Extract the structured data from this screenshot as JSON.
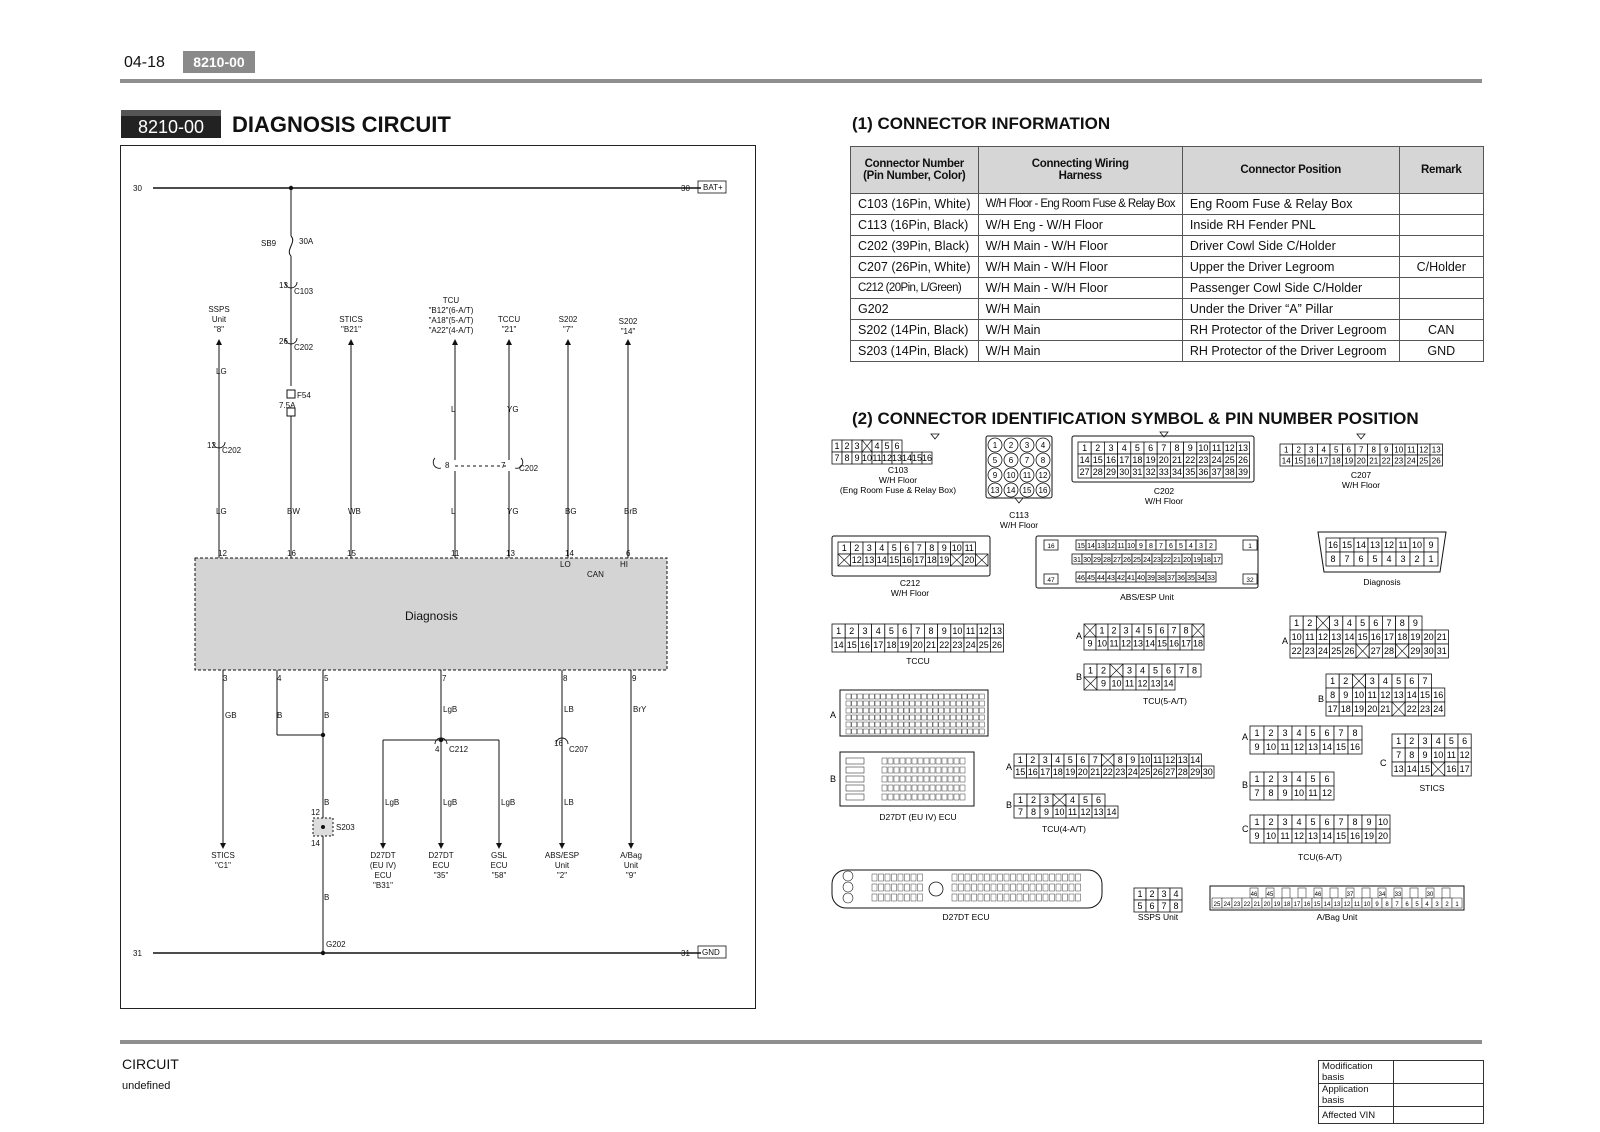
{
  "header": {
    "page_number": "04-18",
    "code": "8210-00"
  },
  "section": {
    "code": "8210-00",
    "title": "DIAGNOSIS CIRCUIT"
  },
  "diagram": {
    "bat_label": "BAT+",
    "gnd_label": "GND",
    "top_rail_left": "30",
    "top_rail_right": "30",
    "bottom_rail_left": "31",
    "bottom_rail_right": "31",
    "fuse_sb9": "SB9",
    "fuse_sb9_rating": "30A",
    "fuse_f54": "F54",
    "fuse_f54_rating": "7.5A",
    "c103_pin": "13",
    "c103": "C103",
    "c202_pin_a": "26",
    "c202_a": "C202",
    "c202_pin_b": "12",
    "c202_b": "C202",
    "c202_pin_c": "8",
    "c202_pin_d": "7",
    "c202_c": "C202",
    "c212_pin": "4",
    "c212": "C212",
    "c207_pin": "16",
    "c207": "C207",
    "s203_pin_top": "12",
    "s203_pin_bot": "14",
    "s203": "S203",
    "g202": "G202",
    "module_label": "Diagnosis",
    "can_label": "CAN",
    "lo_label": "LO",
    "hi_label": "HI",
    "top_pins": [
      "12",
      "16",
      "15",
      "11",
      "13",
      "14",
      "6"
    ],
    "bottom_pins": [
      "3",
      "4",
      "5",
      "7",
      "8",
      "9"
    ],
    "top_wires": {
      "lg": "LG",
      "bw": "BW",
      "wb": "WB",
      "l": "L",
      "yg": "YG",
      "bg": "BG",
      "brb": "BrB"
    },
    "bottom_wires": {
      "gb": "GB",
      "b": "B",
      "lgb": "LgB",
      "lb": "LB",
      "bry": "BrY"
    },
    "top_dest": {
      "ssps": [
        "SSPS",
        "Unit",
        "\"8\""
      ],
      "stics": [
        "STICS",
        "\"B21\""
      ],
      "tcu": [
        "TCU",
        "\"B12\"(6-A/T)",
        "\"A18\"(5-A/T)",
        "\"A22\"(4-A/T)"
      ],
      "tccu": [
        "TCCU",
        "\"21\""
      ],
      "s202a": [
        "S202",
        "\"7\""
      ],
      "s202b": [
        "S202",
        "\"14\""
      ]
    },
    "bottom_dest": {
      "stics": [
        "STICS",
        "\"C1\""
      ],
      "d27dt_eu": [
        "D27DT",
        "(EU IV)",
        "ECU",
        "\"B31\""
      ],
      "d27dt": [
        "D27DT",
        "ECU",
        "\"35\""
      ],
      "gsl": [
        "GSL",
        "ECU",
        "\"58\""
      ],
      "abs": [
        "ABS/ESP",
        "Unit",
        "\"2\""
      ],
      "abag": [
        "A/Bag",
        "Unit",
        "\"9\""
      ]
    }
  },
  "connector_info": {
    "heading": "(1) CONNECTOR INFORMATION",
    "columns": [
      [
        "Connector Number",
        "(Pin Number, Color)"
      ],
      [
        "Connecting Wiring",
        "Harness"
      ],
      [
        "Connector Position"
      ],
      [
        "Remark"
      ]
    ],
    "rows": [
      {
        "connector": "C103 (16Pin, White)",
        "harness": "W/H Floor - Eng Room Fuse & Relay Box",
        "position": "Eng Room Fuse & Relay Box",
        "remark": ""
      },
      {
        "connector": "C113 (16Pin, Black)",
        "harness": "W/H Eng - W/H Floor",
        "position": "Inside RH Fender PNL",
        "remark": ""
      },
      {
        "connector": "C202 (39Pin, Black)",
        "harness": "W/H Main - W/H Floor",
        "position": "Driver Cowl Side C/Holder",
        "remark": ""
      },
      {
        "connector": "C207 (26Pin, White)",
        "harness": "W/H Main - W/H Floor",
        "position": "Upper the Driver Legroom",
        "remark": "C/Holder"
      },
      {
        "connector": "C212 (20Pin, L/Green)",
        "harness": "W/H Main - W/H Floor",
        "position": "Passenger Cowl Side C/Holder",
        "remark": ""
      },
      {
        "connector": "G202",
        "harness": "W/H Main",
        "position": "Under the Driver “A” Pillar",
        "remark": ""
      },
      {
        "connector": "S202 (14Pin, Black)",
        "harness": "W/H Main",
        "position": "RH Protector of the Driver Legroom",
        "remark": "CAN"
      },
      {
        "connector": "S203 (14Pin, Black)",
        "harness": "W/H Main",
        "position": "RH Protector of the Driver Legroom",
        "remark": "GND"
      }
    ]
  },
  "connector_id": {
    "heading": "(2) CONNECTOR IDENTIFICATION SYMBOL & PIN NUMBER POSITION",
    "c103": {
      "rows": [
        [
          "1",
          "2",
          "3",
          "",
          "4",
          "5",
          "6"
        ],
        [
          "7",
          "8",
          "9",
          "10",
          "11",
          "12",
          "13",
          "14",
          "15",
          "16"
        ]
      ],
      "caption": [
        "C103",
        "W/H Floor",
        "(Eng Room Fuse & Relay Box)"
      ]
    },
    "c113": {
      "rows": [
        [
          "1",
          "2",
          "3",
          "4"
        ],
        [
          "5",
          "6",
          "7",
          "8"
        ],
        [
          "9",
          "10",
          "11",
          "12"
        ],
        [
          "13",
          "14",
          "15",
          "16"
        ]
      ],
      "caption": [
        "C113",
        "W/H Floor"
      ]
    },
    "c202": {
      "rows": [
        [
          "1",
          "2",
          "3",
          "4",
          "5",
          "6",
          "7",
          "8",
          "9",
          "10",
          "11",
          "12",
          "13"
        ],
        [
          "14",
          "15",
          "16",
          "17",
          "18",
          "19",
          "20",
          "21",
          "22",
          "23",
          "24",
          "25",
          "26"
        ],
        [
          "27",
          "28",
          "29",
          "30",
          "31",
          "32",
          "33",
          "34",
          "35",
          "36",
          "37",
          "38",
          "39"
        ]
      ],
      "caption": [
        "C202",
        "W/H Floor"
      ]
    },
    "c207": {
      "rows": [
        [
          "1",
          "2",
          "3",
          "4",
          "5",
          "6",
          "7",
          "8",
          "9",
          "10",
          "11",
          "12",
          "13"
        ],
        [
          "14",
          "15",
          "16",
          "17",
          "18",
          "19",
          "20",
          "21",
          "22",
          "23",
          "24",
          "25",
          "26"
        ]
      ],
      "caption": [
        "C207",
        "W/H Floor"
      ]
    },
    "c212": {
      "rows": [
        [
          "1",
          "2",
          "3",
          "4",
          "5",
          "6",
          "7",
          "8",
          "9",
          "10",
          "11"
        ],
        [
          "",
          "12",
          "13",
          "14",
          "15",
          "16",
          "17",
          "18",
          "19",
          "",
          "20",
          ""
        ]
      ],
      "caption": [
        "C212",
        "W/H Floor"
      ]
    },
    "abs": {
      "rows": [
        [
          "15",
          "14",
          "13",
          "12",
          "11",
          "10",
          "9",
          "8",
          "7",
          "6",
          "5",
          "4",
          "3",
          "2"
        ],
        [
          "31",
          "30",
          "29",
          "28",
          "27",
          "26",
          "25",
          "24",
          "23",
          "22",
          "21",
          "20",
          "19",
          "18",
          "17"
        ],
        [
          "46",
          "45",
          "44",
          "43",
          "42",
          "41",
          "40",
          "39",
          "38",
          "37",
          "36",
          "35",
          "34",
          "33"
        ]
      ],
      "corner": [
        "16",
        "1",
        "47",
        "32"
      ],
      "caption": [
        "ABS/ESP Unit"
      ]
    },
    "diag": {
      "rows": [
        [
          "16",
          "15",
          "14",
          "13",
          "12",
          "11",
          "10",
          "9"
        ],
        [
          "8",
          "7",
          "6",
          "5",
          "4",
          "3",
          "2",
          "1"
        ]
      ],
      "caption": [
        "Diagnosis"
      ]
    },
    "tccu": {
      "rows": [
        [
          "1",
          "2",
          "3",
          "4",
          "5",
          "6",
          "7",
          "8",
          "9",
          "10",
          "11",
          "12",
          "13"
        ],
        [
          "14",
          "15",
          "16",
          "17",
          "18",
          "19",
          "20",
          "21",
          "22",
          "23",
          "24",
          "25",
          "26"
        ]
      ],
      "caption": [
        "TCCU"
      ]
    },
    "tcu5": {
      "a_rows": [
        [
          "",
          "1",
          "2",
          "3",
          "4",
          "5",
          "6",
          "7",
          "8",
          ""
        ],
        [
          "9",
          "10",
          "11",
          "12",
          "13",
          "14",
          "15",
          "16",
          "17",
          "18"
        ]
      ],
      "b_rows": [
        [
          "1",
          "2",
          "",
          "3",
          "4",
          "5",
          "6",
          "7",
          "8"
        ],
        [
          "",
          "9",
          "10",
          "11",
          "12",
          "13",
          "14"
        ]
      ],
      "caption": [
        "TCU(5-A/T)"
      ]
    },
    "tcu6": {
      "a_rows": [
        [
          "1",
          "2",
          "",
          "3",
          "4",
          "5",
          "6",
          "7",
          "8",
          "9"
        ],
        [
          "10",
          "11",
          "12",
          "13",
          "14",
          "15",
          "16",
          "17",
          "18",
          "19",
          "20",
          "21"
        ],
        [
          "22",
          "23",
          "24",
          "25",
          "26",
          "",
          "27",
          "28",
          "",
          "29",
          "30",
          "31"
        ]
      ],
      "b_rows": [
        [
          "1",
          "2",
          "",
          "3",
          "4",
          "5",
          "6",
          "7"
        ],
        [
          "8",
          "9",
          "10",
          "11",
          "12",
          "13",
          "14",
          "15",
          "16"
        ],
        [
          "17",
          "18",
          "19",
          "20",
          "21",
          "",
          "22",
          "23",
          "24"
        ]
      ],
      "c_rows_a": [
        [
          "1",
          "2",
          "3",
          "4",
          "5",
          "6",
          "7",
          "8"
        ],
        [
          "9",
          "10",
          "11",
          "12",
          "13",
          "14",
          "15",
          "16"
        ]
      ],
      "c_rows_b": [
        [
          "1",
          "2",
          "3",
          "4",
          "5",
          "6"
        ],
        [
          "7",
          "8",
          "9",
          "10",
          "11",
          "12"
        ]
      ],
      "c_rows_c": [
        [
          "1",
          "2",
          "3",
          "4",
          "5",
          "6",
          "7",
          "8",
          "9",
          "10"
        ],
        [
          "9",
          "10",
          "11",
          "12",
          "13",
          "14",
          "15",
          "16",
          "19",
          "20"
        ]
      ],
      "caption": [
        "TCU(6-A/T)"
      ]
    },
    "stics": {
      "rows": [
        [
          "1",
          "2",
          "3",
          "4",
          "5",
          "6"
        ],
        [
          "7",
          "8",
          "9",
          "10",
          "11",
          "12"
        ],
        [
          "13",
          "14",
          "15",
          "",
          "16",
          "17"
        ]
      ],
      "caption": [
        "STICS"
      ]
    },
    "d27dt_eu": {
      "caption": [
        "D27DT (EU IV) ECU"
      ]
    },
    "tcu4": {
      "a_rows": [
        [
          "1",
          "2",
          "3",
          "4",
          "5",
          "6",
          "7",
          "",
          "8",
          "9",
          "10",
          "11",
          "12",
          "13",
          "14"
        ],
        [
          "15",
          "16",
          "17",
          "18",
          "19",
          "20",
          "21",
          "22",
          "23",
          "24",
          "25",
          "26",
          "27",
          "28",
          "29",
          "30"
        ]
      ],
      "b_rows": [
        [
          "1",
          "2",
          "3",
          "",
          "4",
          "5",
          "6"
        ],
        [
          "7",
          "8",
          "9",
          "10",
          "11",
          "12",
          "13",
          "14"
        ]
      ],
      "caption": [
        "TCU(4-A/T)"
      ]
    },
    "d27dt": {
      "caption": [
        "D27DT ECU"
      ]
    },
    "ssps": {
      "rows": [
        [
          "1",
          "2",
          "3",
          "4"
        ],
        [
          "5",
          "6",
          "7",
          "8"
        ]
      ],
      "caption": [
        "SSPS Unit"
      ]
    },
    "abag": {
      "top": [
        "46",
        "45",
        "",
        "",
        "46",
        "",
        "37",
        "",
        "34",
        "33",
        "",
        "30",
        ""
      ],
      "bottom": [
        "25",
        "24",
        "23",
        "22",
        "21",
        "20",
        "19",
        "18",
        "17",
        "16",
        "15",
        "14",
        "13",
        "12",
        "11",
        "10",
        "9",
        "8",
        "7",
        "6",
        "5",
        "4",
        "3",
        "2",
        "1"
      ],
      "caption": [
        "A/Bag Unit"
      ]
    },
    "side_a": "A",
    "side_b": "B",
    "side_c": "C"
  },
  "footer": {
    "title": "CIRCUIT",
    "subtitle": "undefined",
    "modification": [
      {
        "label": "Modification basis",
        "value": ""
      },
      {
        "label": "Application basis",
        "value": ""
      },
      {
        "label": "Affected VIN",
        "value": ""
      }
    ]
  }
}
